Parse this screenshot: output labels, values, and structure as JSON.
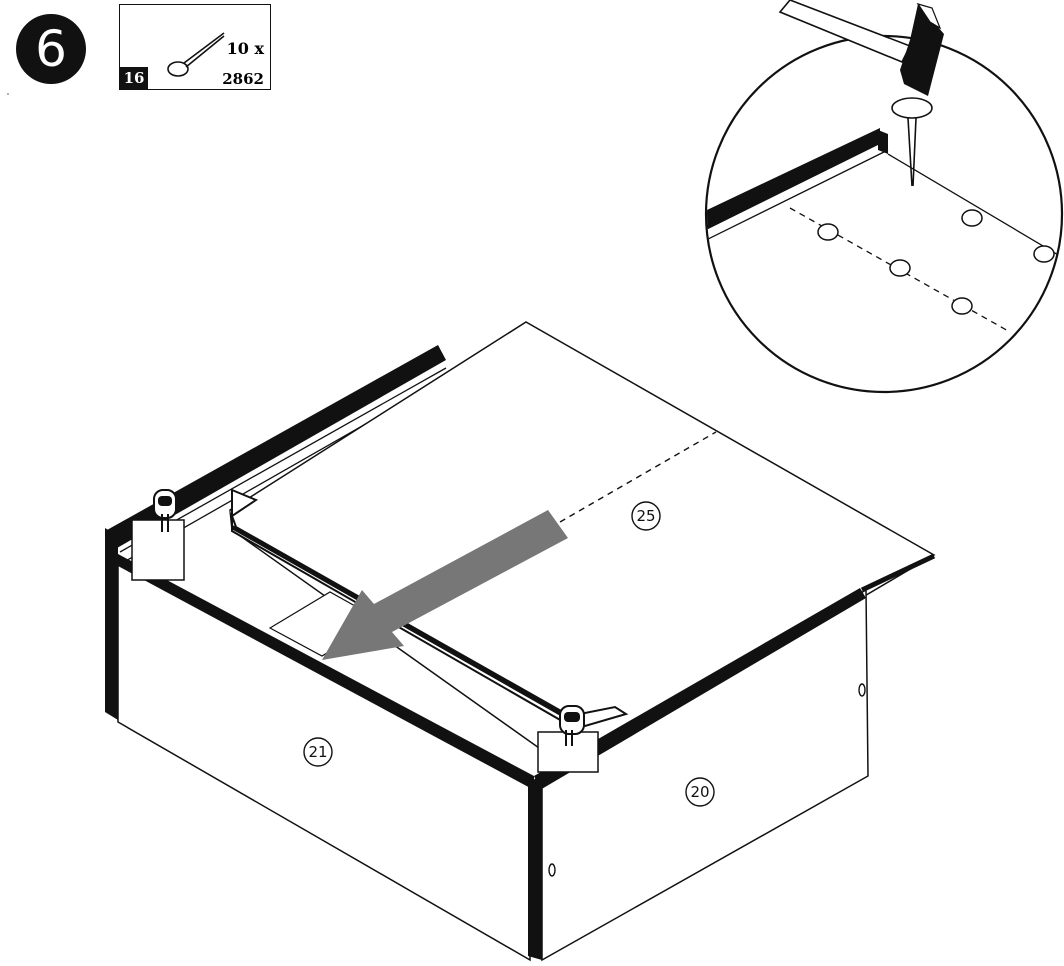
{
  "step": {
    "number": "6"
  },
  "parts": {
    "quantity": "10 x",
    "article_code": "2862",
    "part_number": "16",
    "item_icon": "nail-icon"
  },
  "labels": {
    "top_panel": "25",
    "front_panel": "21",
    "side_panel": "20"
  },
  "icons": {
    "detail_hammer": "hammer-icon",
    "direction_arrow": "slide-arrow-icon",
    "cam_lock": "cam-lock-icon"
  },
  "colors": {
    "ink": "#111111",
    "arrow": "#777777",
    "paper": "#ffffff"
  }
}
